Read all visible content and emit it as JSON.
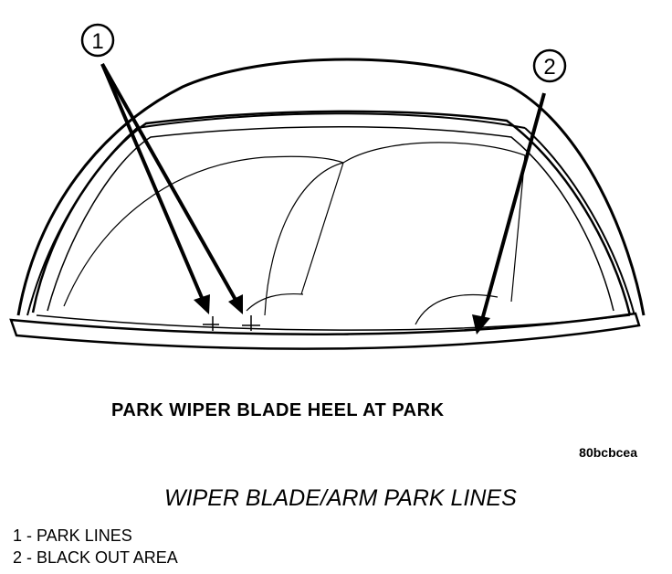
{
  "callouts": [
    {
      "number": "1"
    },
    {
      "number": "2"
    }
  ],
  "caption": "PARK WIPER BLADE HEEL AT PARK",
  "figure_code": "80bcbcea",
  "figure_title": "WIPER BLADE/ARM PARK LINES",
  "legend": [
    {
      "text": "1 - PARK LINES"
    },
    {
      "text": "2 - BLACK OUT AREA"
    }
  ]
}
